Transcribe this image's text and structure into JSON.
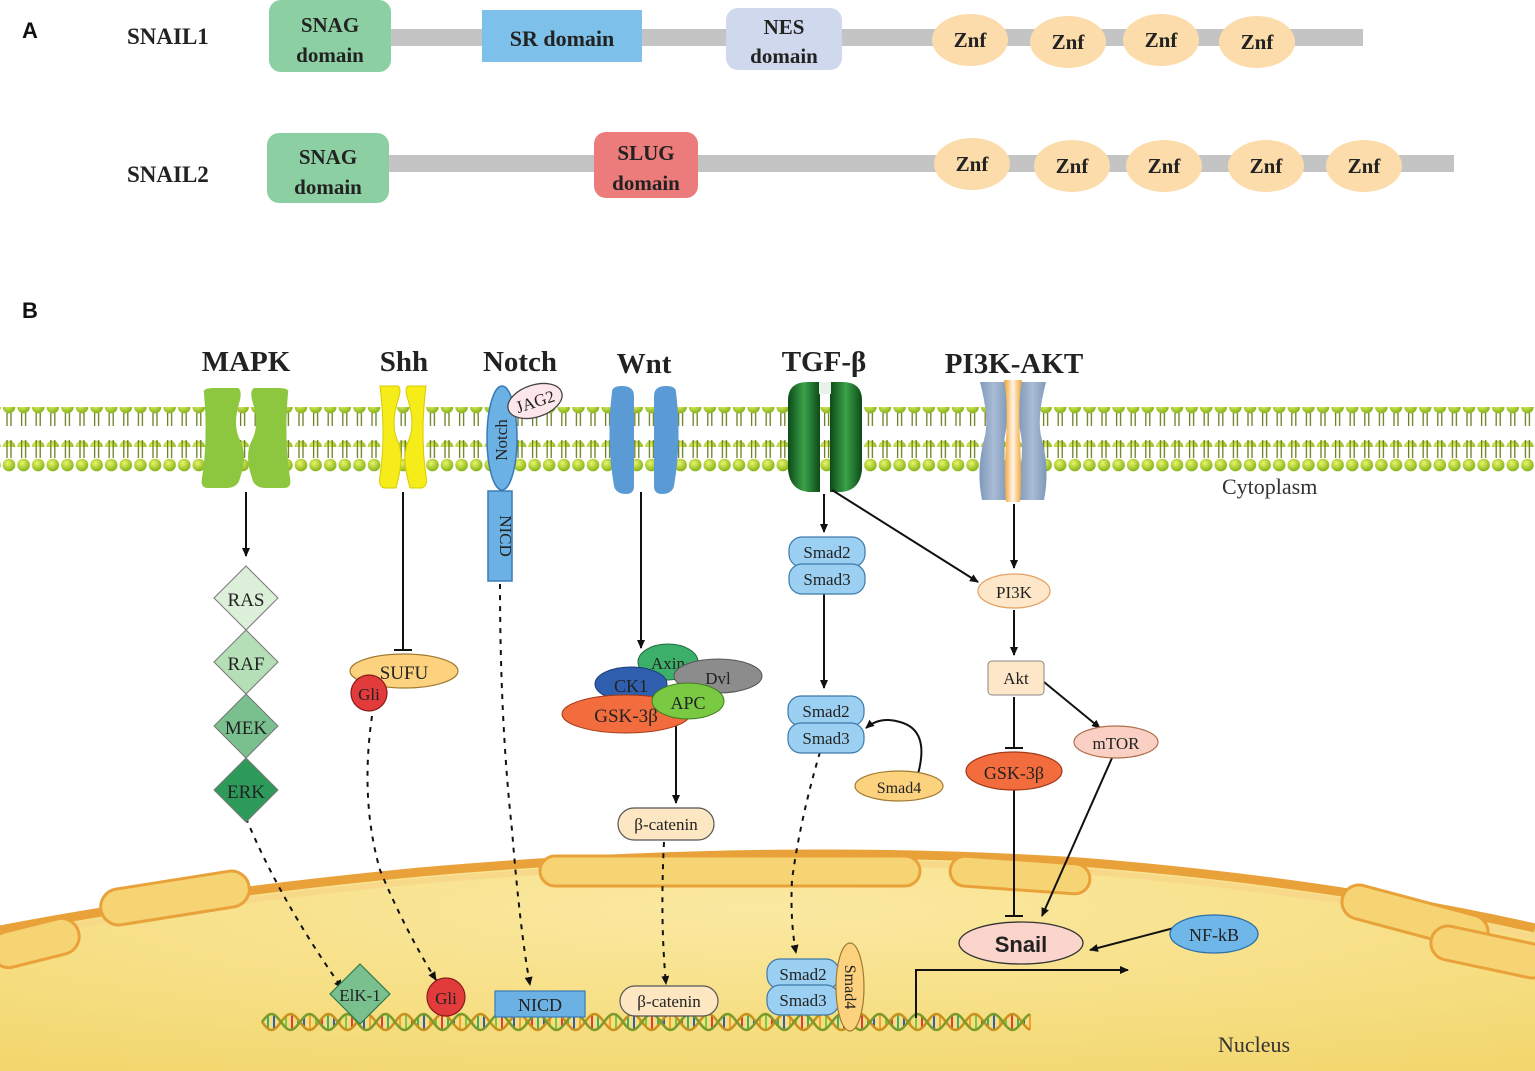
{
  "panel_a": {
    "label": "A",
    "snail1": {
      "name": "SNAIL1",
      "snag_line1": "SNAG",
      "snag_line2": "domain",
      "sr": "SR domain",
      "nes_line1": "NES",
      "nes_line2": "domain",
      "znf": [
        "Znf",
        "Znf",
        "Znf",
        "Znf"
      ]
    },
    "snail2": {
      "name": "SNAIL2",
      "snag_line1": "SNAG",
      "snag_line2": "domain",
      "slug_line1": "SLUG",
      "slug_line2": "domain",
      "znf": [
        "Znf",
        "Znf",
        "Znf",
        "Znf",
        "Znf"
      ]
    }
  },
  "panel_b": {
    "label": "B",
    "pathways": {
      "mapk": "MAPK",
      "shh": "Shh",
      "notch": "Notch",
      "wnt": "Wnt",
      "tgfb": "TGF-β",
      "pi3k_akt": "PI3K-AKT"
    },
    "compartments": {
      "cytoplasm": "Cytoplasm",
      "nucleus": "Nucleus"
    },
    "receptors": {
      "jag2": "JAG2",
      "notch": "Notch",
      "nicd": "NICD"
    },
    "mapk_cascade": [
      "RAS",
      "RAF",
      "MEK",
      "ERK"
    ],
    "shh_nodes": {
      "sufu": "SUFU",
      "gli": "Gli"
    },
    "wnt_nodes": {
      "axin": "Axin",
      "dvl": "Dvl",
      "ck1": "CK1",
      "apc": "APC",
      "gsk3b": "GSK-3β",
      "bcatenin": "β-catenin"
    },
    "tgf_nodes": {
      "smad2": "Smad2",
      "smad3": "Smad3",
      "smad4": "Smad4"
    },
    "pi3k_nodes": {
      "pi3k": "PI3K",
      "akt": "Akt",
      "mtor": "mTOR",
      "gsk3b": "GSK-3β"
    },
    "nucleus_nodes": {
      "elk1": "ElK-1",
      "gli": "Gli",
      "nicd": "NICD",
      "bcatenin": "β-catenin",
      "smad2": "Smad2",
      "smad3": "Smad3",
      "smad4": "Smad4",
      "snail": "Snail",
      "nfkb": "NF-kB"
    }
  },
  "colors": {
    "backbone": "#c4c4c4",
    "snag": "#8ccfa3",
    "sr": "#7dc0ea",
    "nes": "#cfd8ec",
    "slug": "#ec7b7b",
    "znf": "#fcdcaa",
    "membrane_head": "#a8cc1e",
    "nucleus_fill": "#f7e08a",
    "smad_blue": "#9cd0f2",
    "snail_pink": "#fbd4cc",
    "nfkb_blue": "#6fb7e8"
  }
}
